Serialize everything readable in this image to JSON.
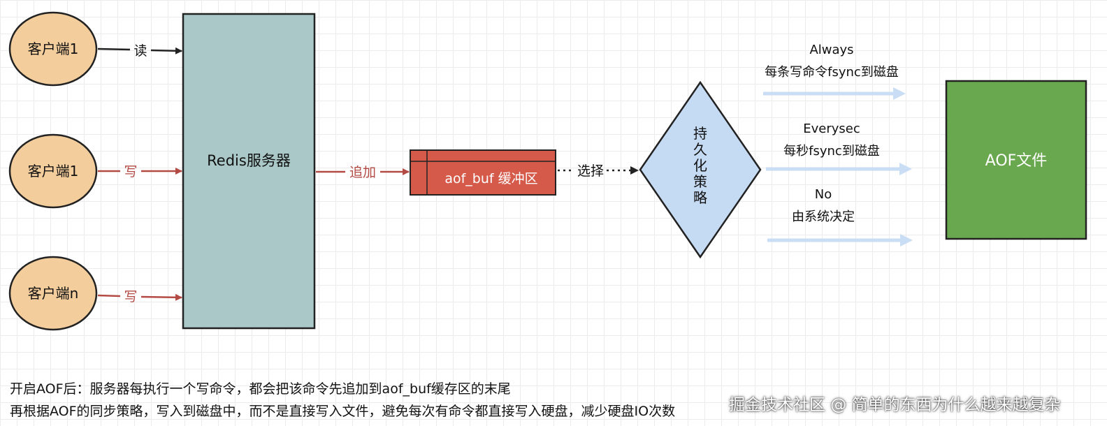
{
  "diagram": {
    "clients": [
      {
        "label": "客户端1",
        "action": "读"
      },
      {
        "label": "客户端1",
        "action": "写"
      },
      {
        "label": "客户端n",
        "action": "写"
      }
    ],
    "server": {
      "label": "Redis服务器"
    },
    "append_label": "追加",
    "buffer": {
      "label": "aof_buf 缓冲区"
    },
    "select_label": "选择",
    "strategy": {
      "label": "持久化策略"
    },
    "policies": [
      {
        "name": "Always",
        "desc": "每条写命令fsync到磁盘"
      },
      {
        "name": "Everysec",
        "desc": "每秒fsync到磁盘"
      },
      {
        "name": "No",
        "desc": "由系统决定"
      }
    ],
    "aof_file": {
      "label": "AOF文件"
    }
  },
  "captions": [
    "开启AOF后：服务器每执行一个写命令，都会把该命令先追加到aof_buf缓存区的末尾",
    "再根据AOF的同步策略，写入到磁盘中，而不是直接写入文件，避免每次有命令都直接写入硬盘，减少硬盘IO次数"
  ],
  "watermark": "掘金技术社区 @ 简单的东西为什么越来越复杂",
  "colors": {
    "client_fill": "#f4cd9c",
    "server_fill": "#a9c8c7",
    "buffer_fill": "#d55a4a",
    "strategy_fill": "#c5daf3",
    "aof_fill": "#6aa84f",
    "read_arrow": "#222222",
    "write_arrow": "#b34a44",
    "policy_arrow": "#c9def5"
  }
}
